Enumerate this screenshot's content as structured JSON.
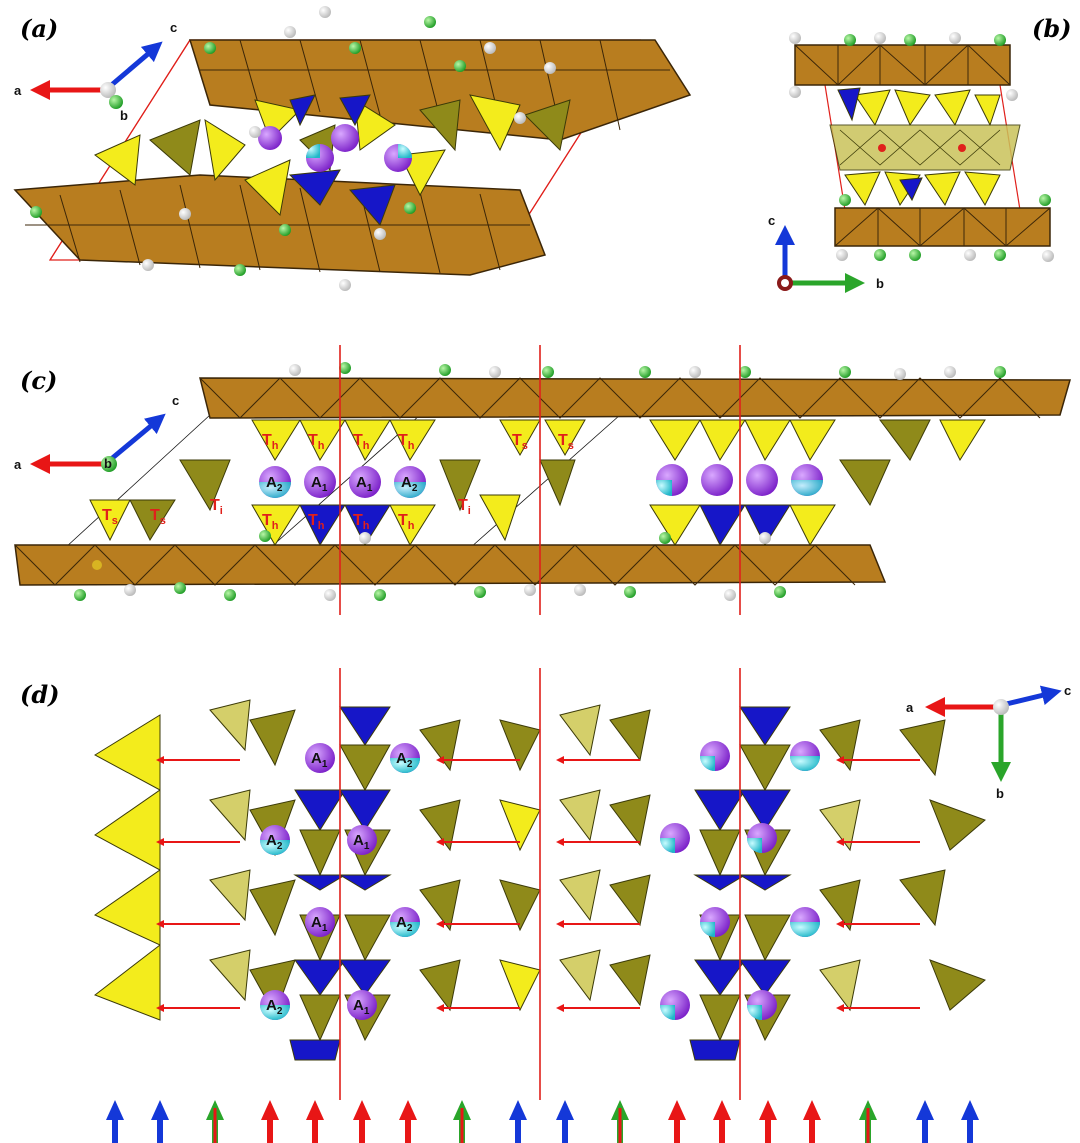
{
  "panels": {
    "a": {
      "label": "(a)"
    },
    "b": {
      "label": "(b)"
    },
    "c": {
      "label": "(c)"
    },
    "d": {
      "label": "(d)"
    }
  },
  "axes": {
    "a": "a",
    "b": "b",
    "c": "c"
  },
  "sites": {
    "Th": "T",
    "Th_sub": "h",
    "Ts": "T",
    "Ts_sub": "s",
    "Ti": "T",
    "Ti_sub": "i"
  },
  "atoms": {
    "A1": "A",
    "A1_sub": "1",
    "A2": "A",
    "A2_sub": "2"
  },
  "colors": {
    "octahedra": "#b87d1f",
    "tetra_yellow": "#f3ec1c",
    "tetra_olive": "#8f8a1a",
    "tetra_blue": "#1616c8",
    "atom_purple": "#8a2bd6",
    "atom_cyan": "#2fd0e0",
    "atom_green": "#22b02a",
    "cell_line": "#e0201b",
    "arrow_red": "#e81616",
    "arrow_blue": "#1438d8",
    "arrow_green": "#2aa52a"
  },
  "bottom_arrows": [
    "blue",
    "blue",
    "mixed",
    "red",
    "red",
    "red",
    "red",
    "mixed",
    "blue",
    "blue",
    "mixed",
    "red",
    "red",
    "red",
    "red",
    "mixed",
    "blue",
    "blue"
  ]
}
